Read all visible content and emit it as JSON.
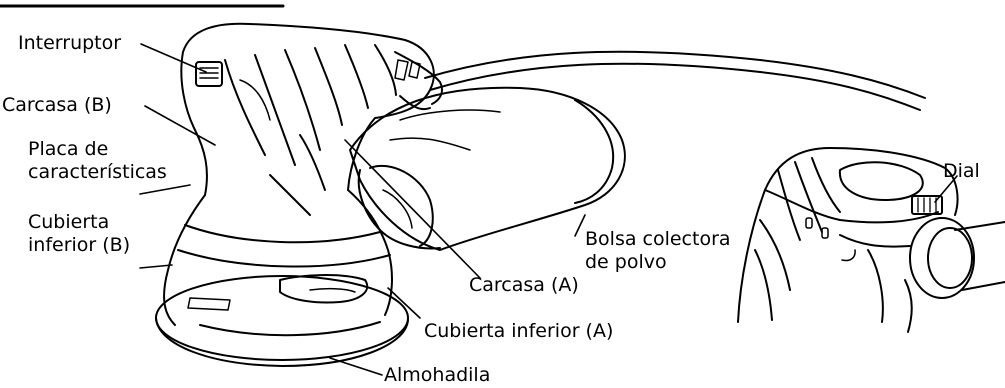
{
  "labels": {
    "interruptor": "Interruptor",
    "carcasa_b": "Carcasa (B)",
    "placa_line1": "Placa de",
    "placa_line2": "características",
    "cubierta_b_line1": "Cubierta",
    "cubierta_b_line2": "inferior (B)",
    "bolsa_line1": "Bolsa colectora",
    "bolsa_line2": "de polvo",
    "carcasa_a": "Carcasa (A)",
    "cubierta_a": "Cubierta inferior (A)",
    "almohadilla": "Almohadila",
    "dial": "Dial"
  }
}
